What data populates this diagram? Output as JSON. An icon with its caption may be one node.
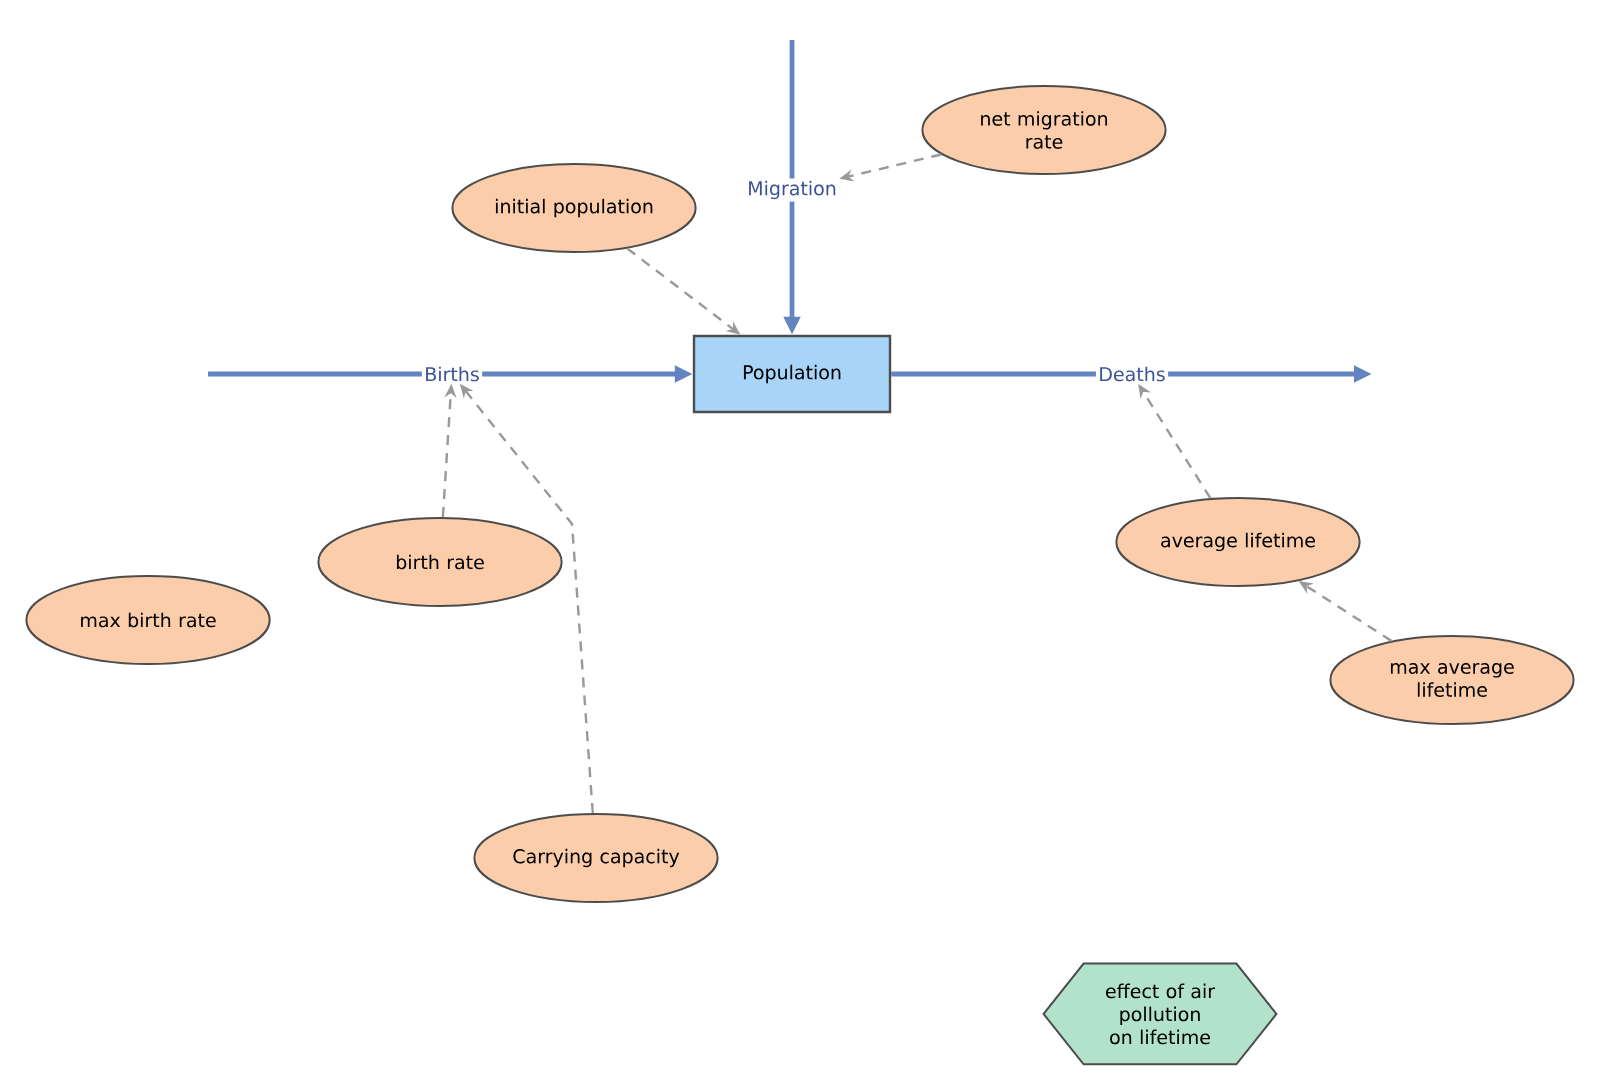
{
  "diagram": {
    "nodes": [
      {
        "text": [
          "Population"
        ]
      },
      {
        "text": [
          "Births"
        ]
      },
      {
        "text": [
          "Migration"
        ]
      },
      {
        "text": [
          "Deaths"
        ]
      },
      {
        "text": [
          "initial population"
        ]
      },
      {
        "text": [
          "net migration rate"
        ]
      },
      {
        "text": [
          "birth rate"
        ]
      },
      {
        "text": [
          "max birth rate"
        ]
      },
      {
        "text": [
          "Carrying capacity"
        ]
      },
      {
        "text": [
          "average lifetime"
        ]
      },
      {
        "text": [
          "max average lifetime"
        ]
      },
      {
        "text": [
          "effect of air pollution on lifetime"
        ]
      }
    ],
    "edges": [
      {
        "from": null,
        "to": 1,
        "arrow": "none",
        "color": "#6383c1"
      },
      {
        "from": 1,
        "to": 0,
        "arrow": "to",
        "color": "#6383c1"
      },
      {
        "from": null,
        "to": 2,
        "arrow": "none",
        "color": "#6383c1"
      },
      {
        "from": 2,
        "to": 0,
        "arrow": "to",
        "color": "#6383c1"
      },
      {
        "from": 0,
        "to": 3,
        "arrow": "none",
        "color": "#6383c1"
      },
      {
        "from": 3,
        "to": null,
        "arrow": "to",
        "color": "#6383c1"
      },
      {
        "from": 4,
        "to": 0,
        "arrow": "to",
        "style": "dashed"
      },
      {
        "from": 5,
        "to": 2,
        "arrow": "to",
        "style": "dashed"
      },
      {
        "from": 6,
        "to": 1,
        "arrow": "to",
        "style": "dashed"
      },
      {
        "from": 8,
        "to": 1,
        "arrow": "to",
        "style": "dashed"
      },
      {
        "from": 9,
        "to": 3,
        "arrow": "to",
        "style": "dashed"
      },
      {
        "from": 10,
        "to": 9,
        "arrow": "to",
        "style": "dashed"
      }
    ]
  }
}
